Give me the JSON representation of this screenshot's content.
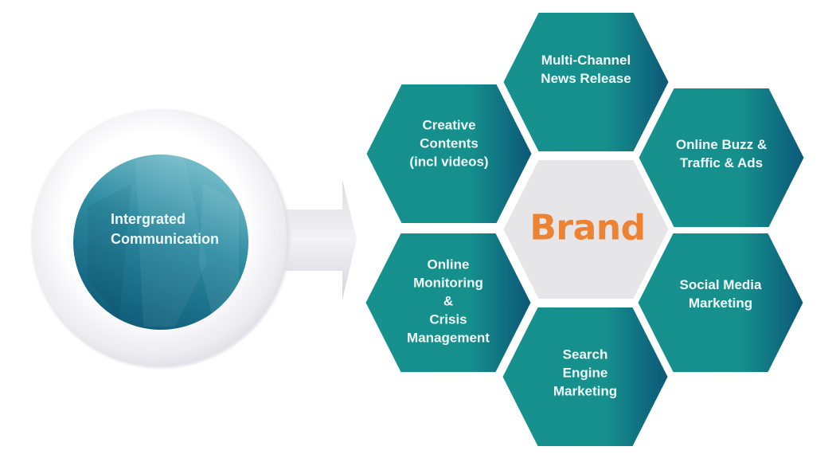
{
  "diagram": {
    "source": {
      "label_lines": [
        "Intergrated",
        "Communication"
      ]
    },
    "center": {
      "label": "Brand",
      "color": "#ee8233",
      "fill": "#e6e6e8"
    },
    "hexagons": [
      {
        "id": "multi-channel-news-release",
        "lines": [
          "Multi-Channel",
          "News Release"
        ]
      },
      {
        "id": "creative-contents",
        "lines": [
          "Creative",
          "Contents",
          "(incl videos)"
        ]
      },
      {
        "id": "online-buzz-traffic-ads",
        "lines": [
          "Online Buzz &",
          "Traffic & Ads"
        ]
      },
      {
        "id": "online-monitoring-crisis-management",
        "lines": [
          "Online",
          "Monitoring",
          "&",
          "Crisis",
          "Management"
        ]
      },
      {
        "id": "social-media-marketing",
        "lines": [
          "Social Media",
          "Marketing"
        ]
      },
      {
        "id": "search-engine-marketing",
        "lines": [
          "Search",
          "Engine",
          "Marketing"
        ]
      }
    ],
    "colors": {
      "teal": "#17918e",
      "teal_dark": "#0d5c7a",
      "ring": "#e9e9ee",
      "circle_light": "#6ab4c4",
      "circle_dark": "#0f5f7c"
    }
  }
}
